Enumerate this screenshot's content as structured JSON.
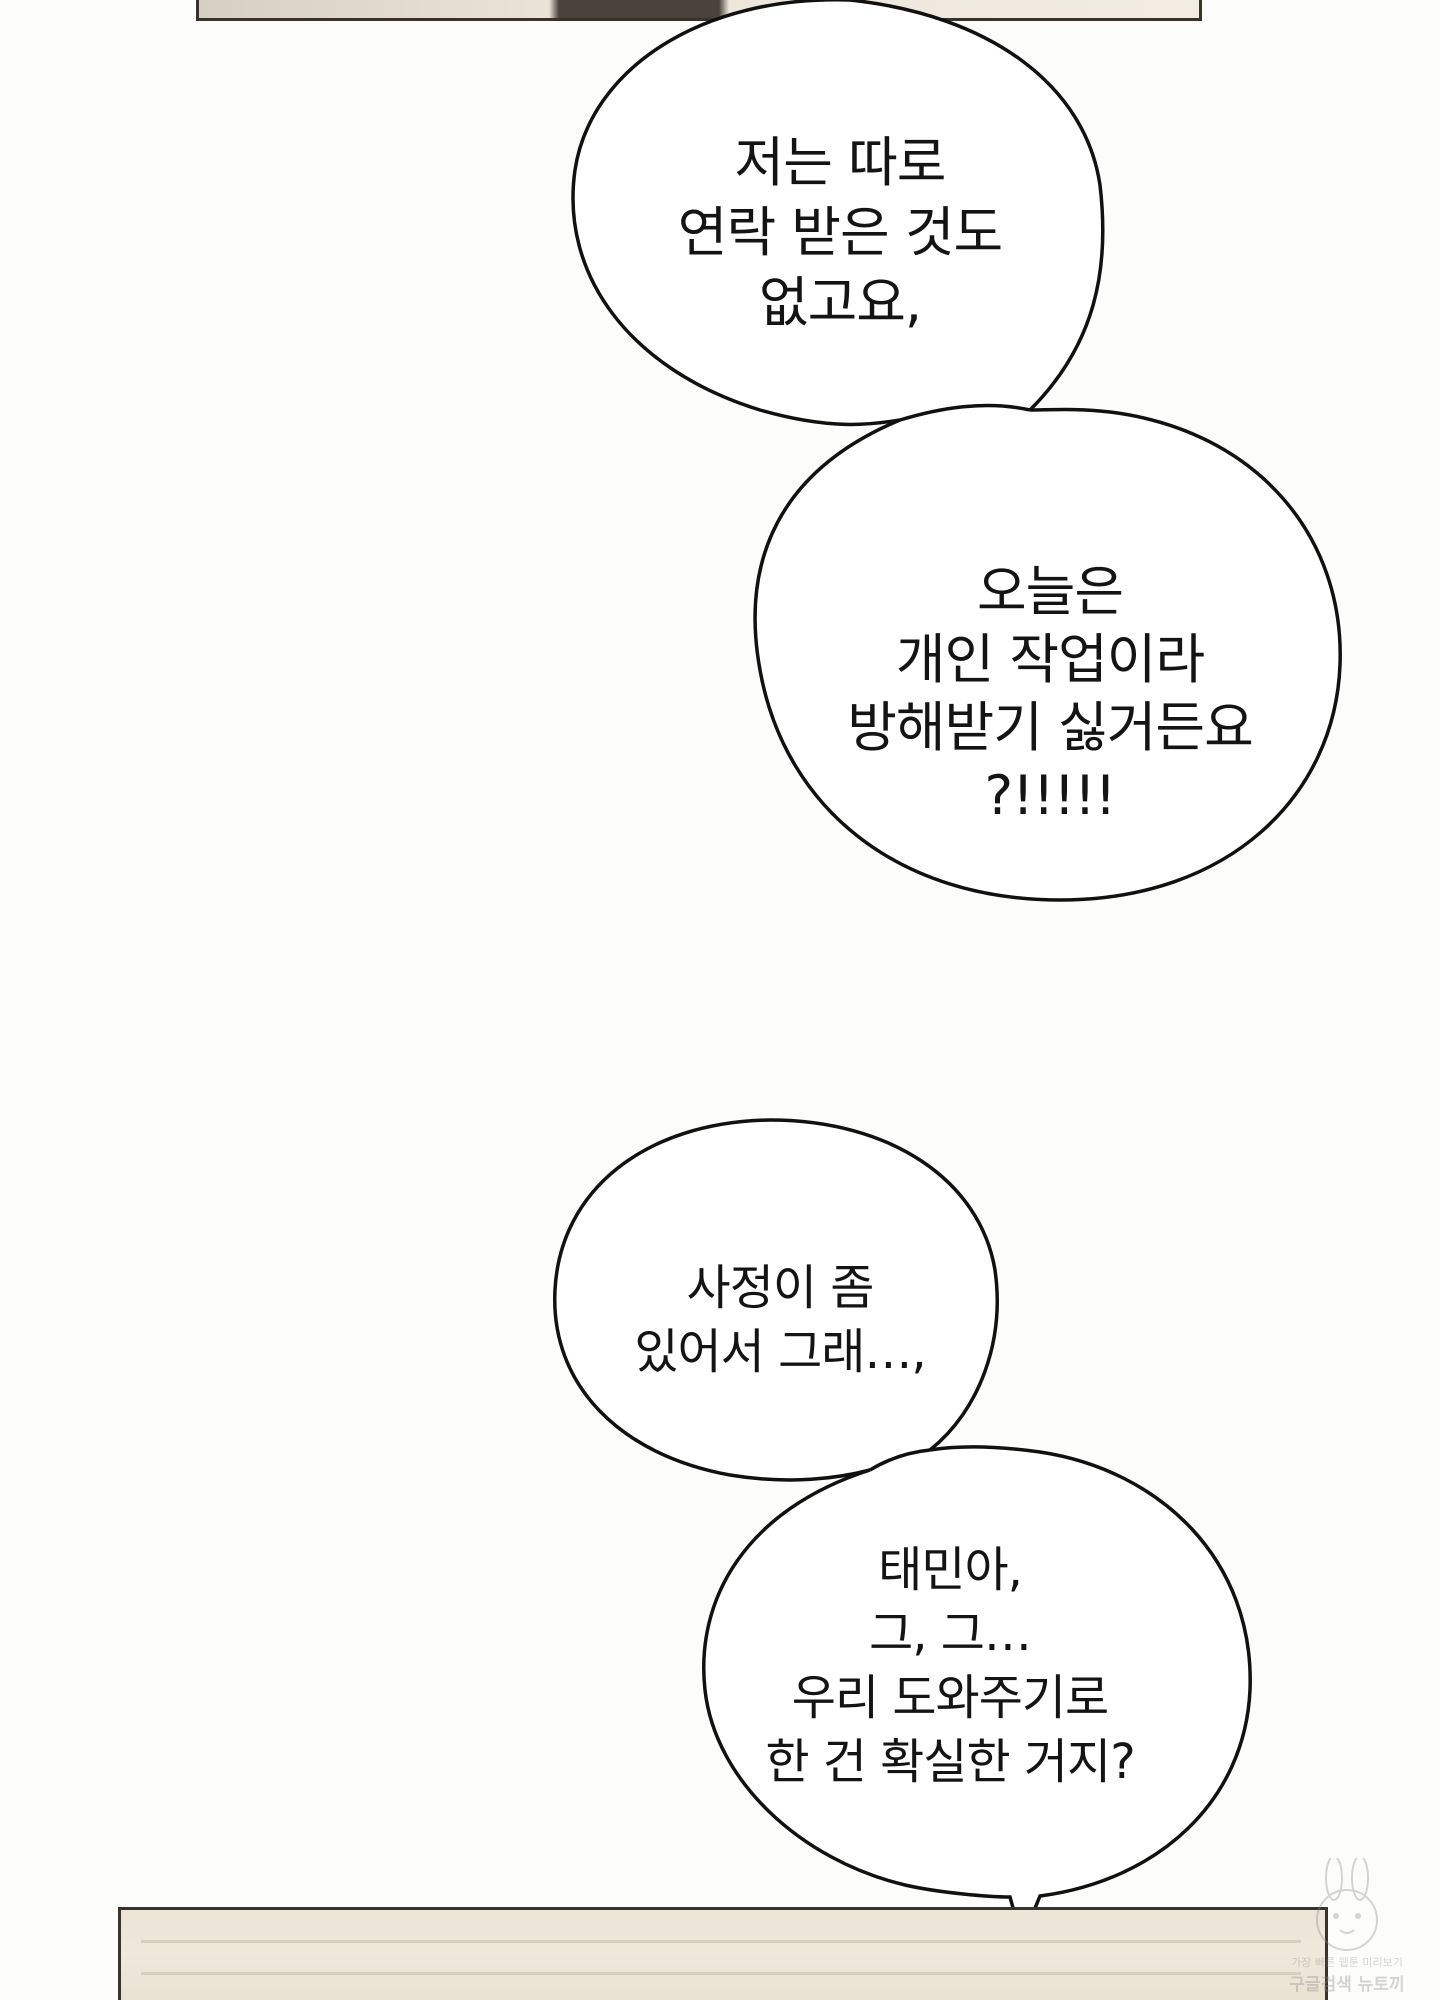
{
  "bubbles": {
    "one": {
      "lines": [
        "저는 따로",
        "연락 받은 것도",
        "없고요,"
      ]
    },
    "two": {
      "lines": [
        "오늘은",
        "개인 작업이라",
        "방해받기 싫거든요",
        "?!!!!!"
      ]
    },
    "three": {
      "lines": [
        "사정이 좀",
        "있어서 그래…,"
      ]
    },
    "four": {
      "lines": [
        "태민아,",
        "그, 그…",
        "우리 도와주기로",
        "한 건 확실한 거지?"
      ]
    }
  },
  "watermark": {
    "small": "가장 빠른 웹툰 미리보기",
    "big": "구글검색 뉴토끼"
  }
}
